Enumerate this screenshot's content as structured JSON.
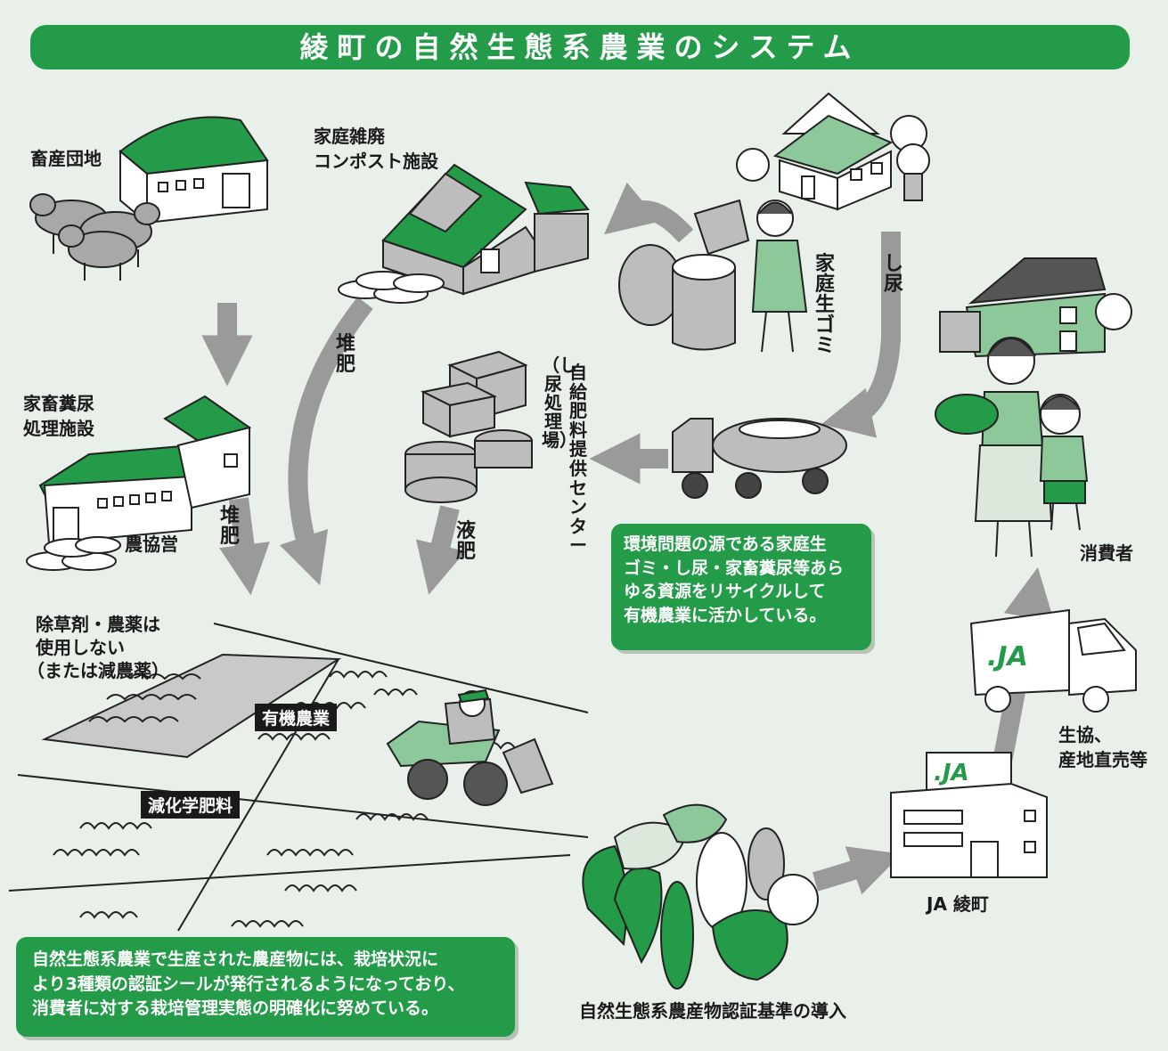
{
  "title": "綾町の自然生態系農業のシステム",
  "labels": {
    "livestock_complex": "畜産団地",
    "household_waste_compost_1": "家庭雑廃",
    "household_waste_compost_2": "コンポスト施設",
    "manure_facility_1": "家畜糞尿",
    "manure_facility_2": "処理施設",
    "ja_operated": "農協営",
    "kitchen_garbage": "家庭生ゴミ",
    "night_soil": "し尿",
    "compost_1": "堆肥",
    "compost_2": "堆肥",
    "liquid_fertilizer": "液肥",
    "fertilizer_center": "自給肥料提供センター",
    "fertilizer_center_sub": "（し尿処理場）",
    "no_herbicide_1": "除草剤・農薬は",
    "no_herbicide_2": "使用しない",
    "no_herbicide_3": "（または減農薬）",
    "organic_farming": "有機農業",
    "reduced_fertilizer": "減化学肥料",
    "consumer": "消費者",
    "coop_1": "生協、",
    "coop_2": "産地直売等",
    "ja_aya": "JA 綾町",
    "certification": "自然生態系農産物認証基準の導入",
    "ja_logo": ".JA"
  },
  "info_recycle": {
    "line1": "環境問題の源である家庭生",
    "line2": "ゴミ・し尿・家畜糞尿等あら",
    "line3": "ゆる資源をリサイクルして",
    "line4": "有機農業に活かしている。"
  },
  "info_cert": {
    "line1": "自然生態系農業で生産された農産物には、栽培状況に",
    "line2": "より3種類の認証シールが発行されるようになっており、",
    "line3": "消費者に対する栽培管理実態の明確化に努めている。"
  },
  "colors": {
    "brand_green": "#239b48",
    "light_green": "#8cc89a",
    "arrow_gray": "#9a9a9a",
    "background": "#e9efe9"
  }
}
